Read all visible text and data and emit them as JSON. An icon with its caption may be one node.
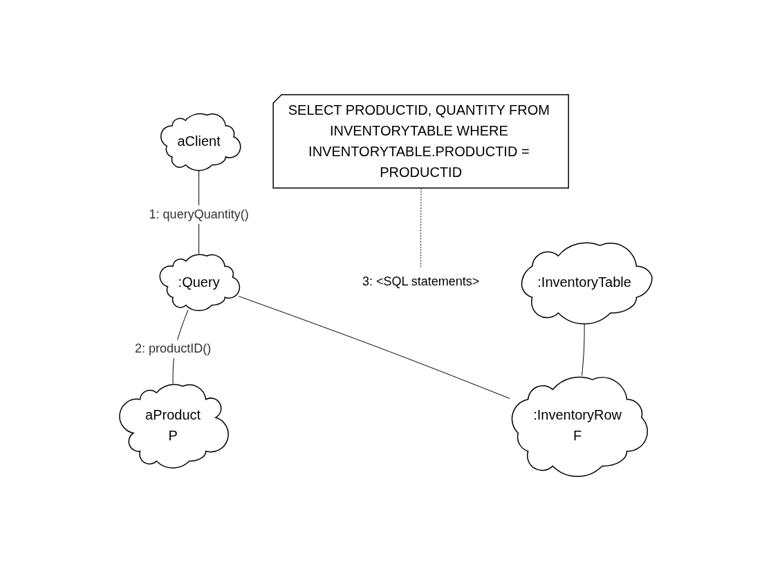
{
  "diagram": {
    "nodes": [
      {
        "text": [
          "SELECT PRODUCTID, QUANTITY FROM INVENTORYTABLE WHERE INVENTORYTABLE.PRODUCTID = PRODUCTID"
        ]
      },
      {
        "text": [
          "aClient"
        ]
      },
      {
        "text": [
          ":InventoryTable"
        ]
      },
      {
        "text": [
          "3: <SQL statements>"
        ]
      },
      {
        "text": [
          ":Query"
        ]
      },
      {
        "text": [
          ":InventoryRow",
          "F"
        ]
      },
      {
        "text": [
          "aProduct",
          "P"
        ]
      }
    ],
    "edges": [
      {
        "from": 1,
        "to": 4,
        "arrow": "none",
        "label": "1: queryQuantity()"
      },
      {
        "from": 4,
        "to": 6,
        "arrow": "none",
        "label": "2: productID()"
      },
      {
        "from": 4,
        "to": 5,
        "arrow": "none"
      },
      {
        "from": 2,
        "to": 5,
        "arrow": "none"
      },
      {
        "from": 0,
        "to": 3,
        "arrow": "none",
        "style": "dashed"
      }
    ]
  }
}
